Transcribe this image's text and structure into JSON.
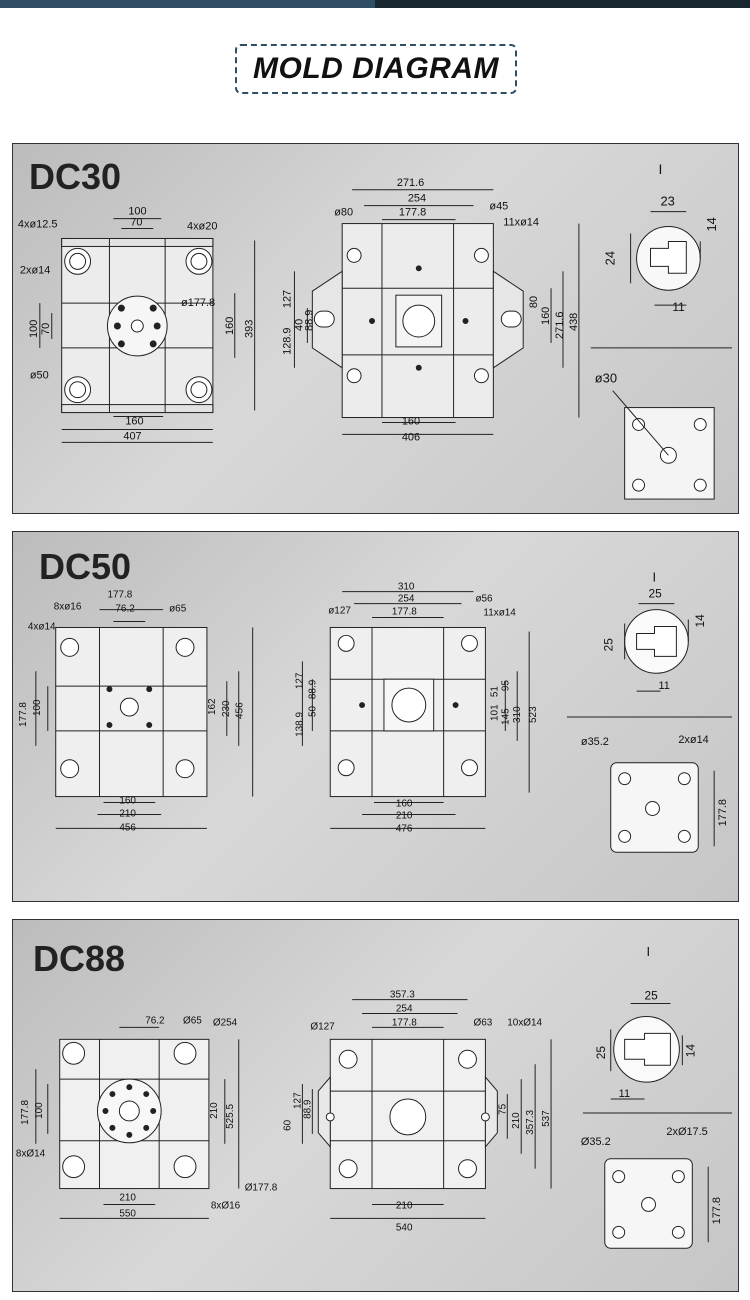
{
  "page": {
    "title": "MOLD DIAGRAM"
  },
  "panels": [
    {
      "model": "DC30",
      "left_dims": {
        "d100": "100",
        "d70": "70",
        "holes_a": "4xø12.5",
        "holes_b": "4xø20",
        "holes_c": "2xø14",
        "phi_big": "ø177.8",
        "v100": "100",
        "v70": "70",
        "v160": "160",
        "v393": "393",
        "phi_small": "ø50",
        "h160": "160",
        "h407": "407"
      },
      "mid_dims": {
        "d271": "271.6",
        "d254": "254",
        "d177": "177.8",
        "phi80": "ø80",
        "phi45": "ø45",
        "holes": "11xø14",
        "v127": "127",
        "v128": "128.9",
        "v40": "40",
        "v88": "88.9",
        "v80": "80",
        "v160": "160",
        "v271": "271.6",
        "v438": "438",
        "h160": "160",
        "h406": "406"
      },
      "detail": {
        "label": "I",
        "d23": "23",
        "d14": "14",
        "d24": "24",
        "d11": "11",
        "phi": "ø30"
      }
    },
    {
      "model": "DC50",
      "left_dims": {
        "d177": "177.8",
        "d76": "76.2",
        "holes_a": "8xø16",
        "phi65": "ø65",
        "holes_b": "4xø14",
        "v177": "177.8",
        "v100": "100",
        "v162": "162",
        "v230": "230",
        "v456": "456",
        "h160": "160",
        "h210": "210",
        "h456": "456"
      },
      "mid_dims": {
        "d310": "310",
        "d254": "254",
        "d177": "177.8",
        "phi127": "ø127",
        "phi56": "ø56",
        "holes": "11xø14",
        "v127": "127",
        "v138": "138.9",
        "v50": "50",
        "v88": "88.9",
        "v51": "51",
        "v95": "95",
        "v101": "101",
        "v145": "145",
        "v310": "310",
        "v523": "523",
        "h160": "160",
        "h210": "210",
        "h476": "476"
      },
      "detail": {
        "label": "I",
        "d25a": "25",
        "d14": "14",
        "d25b": "25",
        "d11": "11",
        "phi": "ø35.2",
        "holes": "2xø14",
        "v177": "177.8"
      }
    },
    {
      "model": "DC88",
      "left_dims": {
        "d76": "76.2",
        "phi65": "Ø65",
        "phi254": "Ø254",
        "v177": "177.8",
        "v100": "100",
        "v210": "210",
        "v525": "525.5",
        "holes_a": "8xØ14",
        "phi177": "Ø177.8",
        "holes_b": "8xØ16",
        "h210": "210",
        "h550": "550"
      },
      "mid_dims": {
        "d357": "357.3",
        "d254": "254",
        "d177": "177.8",
        "phi127": "Ø127",
        "phi63": "Ø63",
        "holes": "10xØ14",
        "v60": "60",
        "v127": "127",
        "v88": "88.9",
        "v75": "75",
        "v210": "210",
        "v357": "357.3",
        "v537": "537",
        "h210": "210",
        "h540": "540"
      },
      "detail": {
        "label": "I",
        "d25a": "25",
        "d25b": "25",
        "d14": "14",
        "d11": "11",
        "phi": "Ø35.2",
        "holes": "2xØ17.5",
        "v177": "177.8"
      }
    }
  ]
}
